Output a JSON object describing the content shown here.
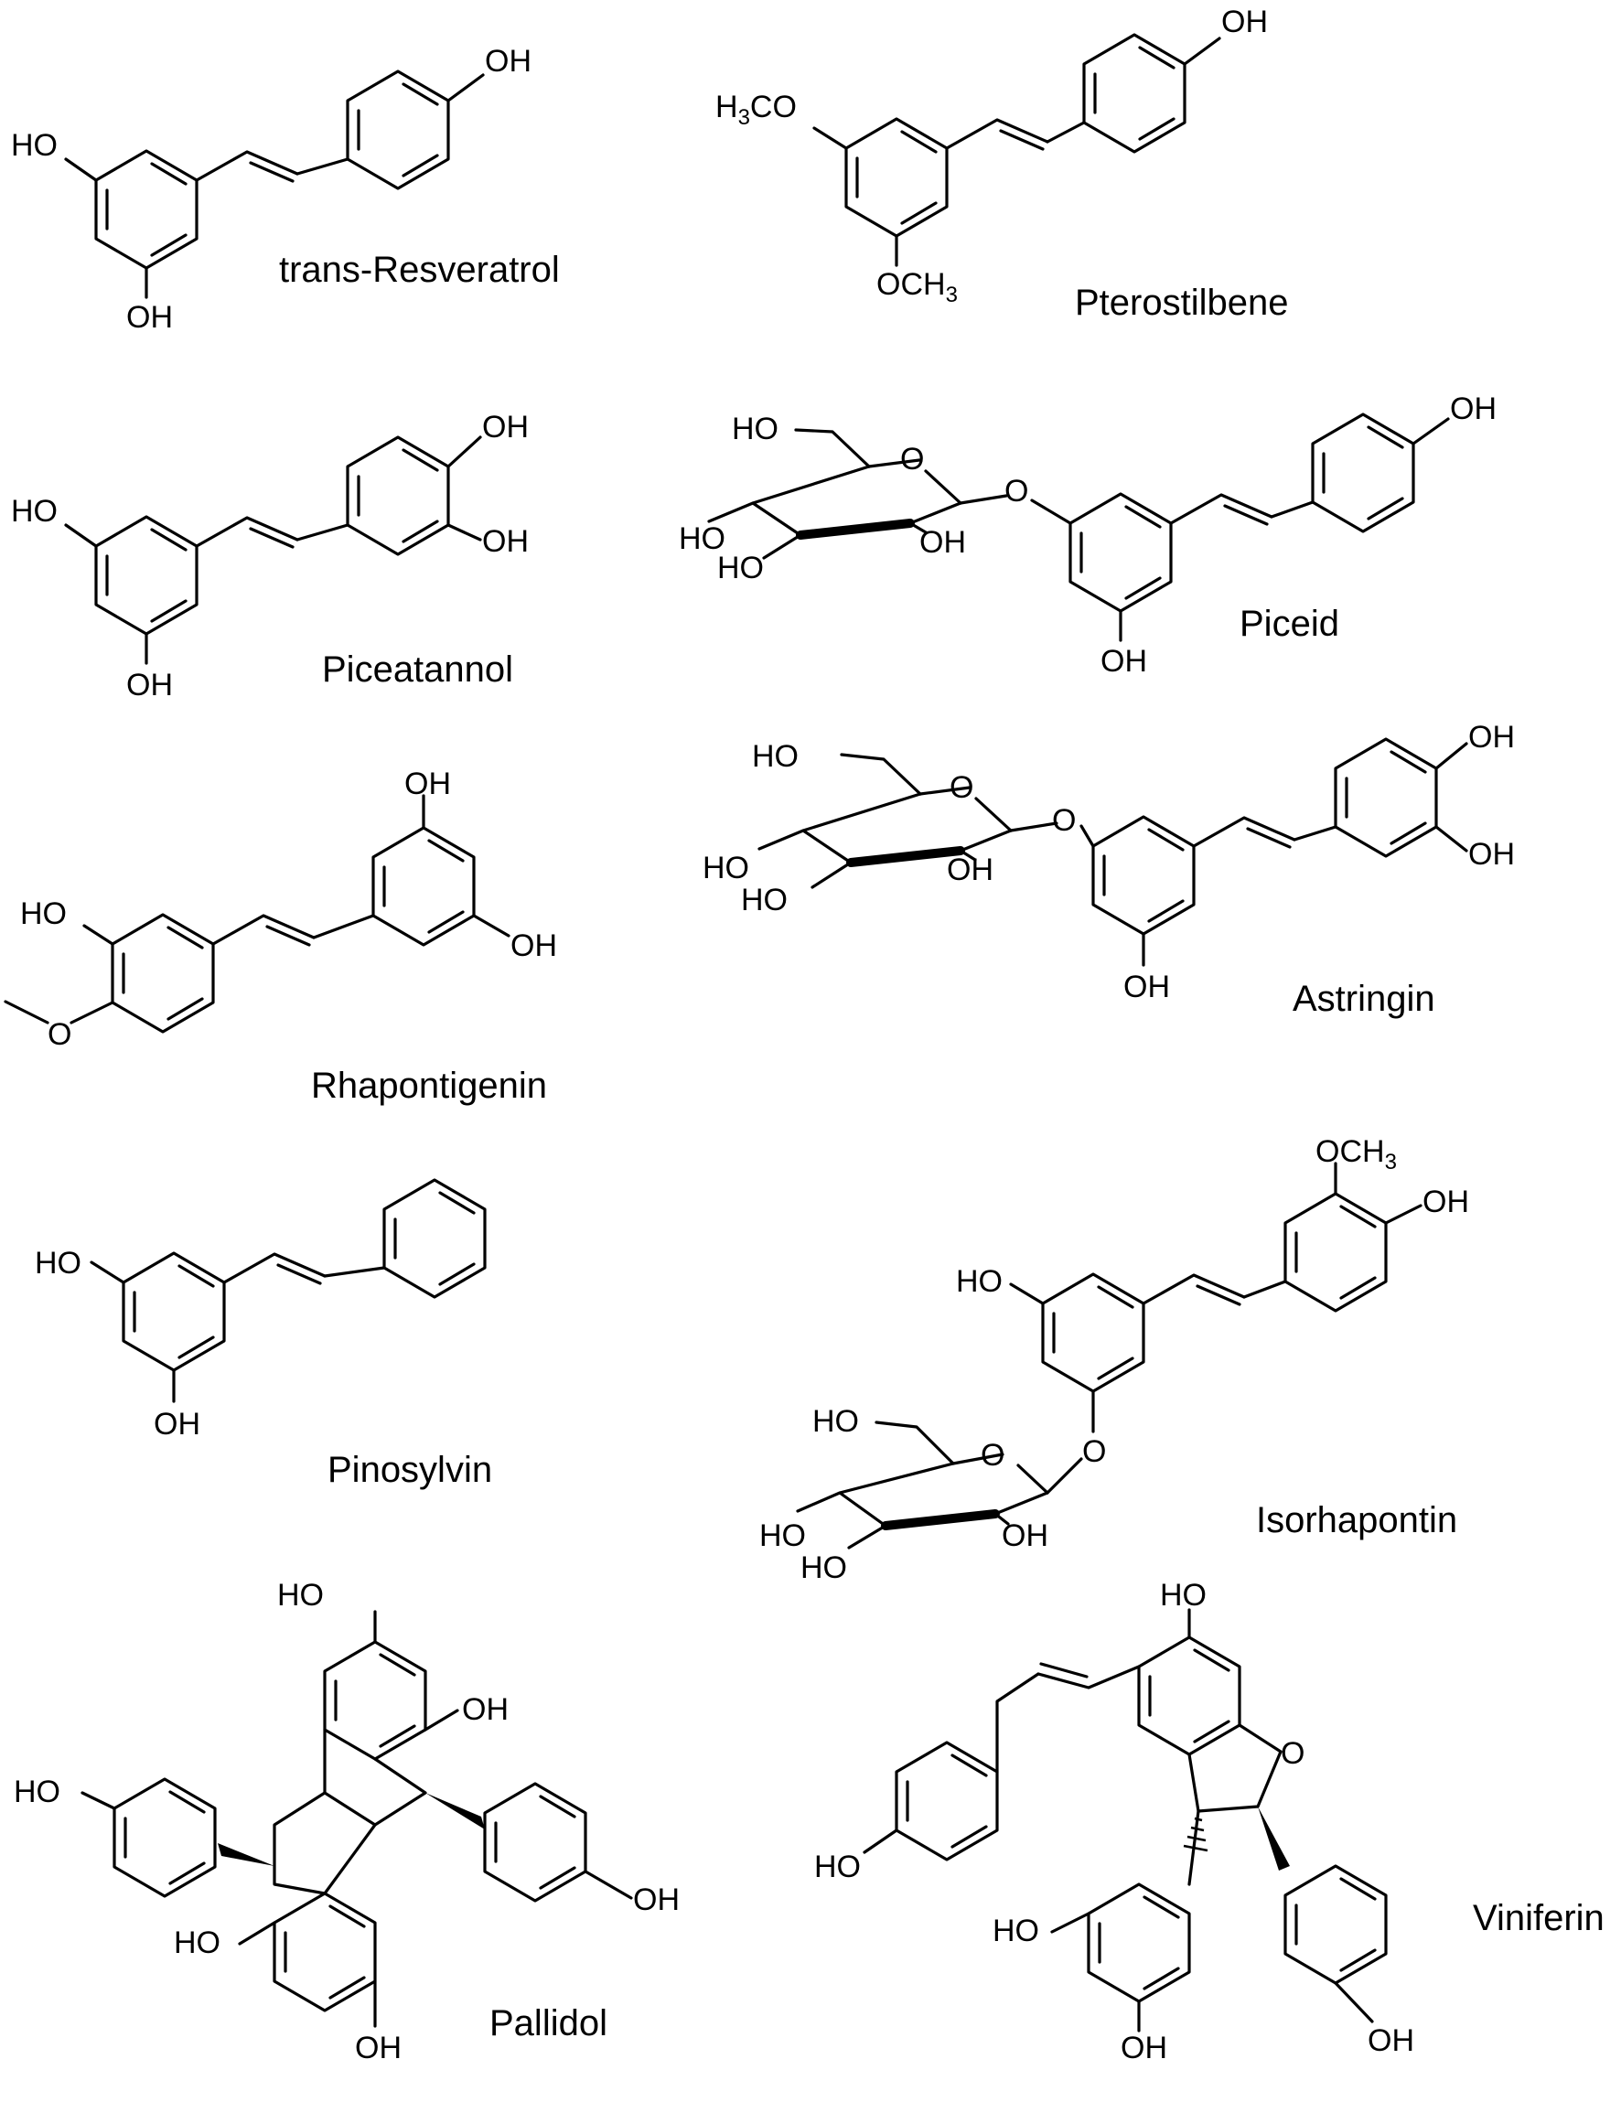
{
  "compounds": [
    {
      "name": "trans-Resveratrol"
    },
    {
      "name": "Pterostilbene"
    },
    {
      "name": "Piceatannol"
    },
    {
      "name": "Piceid"
    },
    {
      "name": "Rhapontigenin"
    },
    {
      "name": "Astringin"
    },
    {
      "name": "Pinosylvin"
    },
    {
      "name": "Isorhapontin"
    },
    {
      "name": "Pallidol"
    },
    {
      "name": "Viniferin"
    }
  ],
  "groups": {
    "hydroxyl": "OH",
    "hydroxyl_left": "HO",
    "ring_oxygen": "O",
    "methoxy_left": "H3CO",
    "methoxy_right": "OCH3"
  }
}
